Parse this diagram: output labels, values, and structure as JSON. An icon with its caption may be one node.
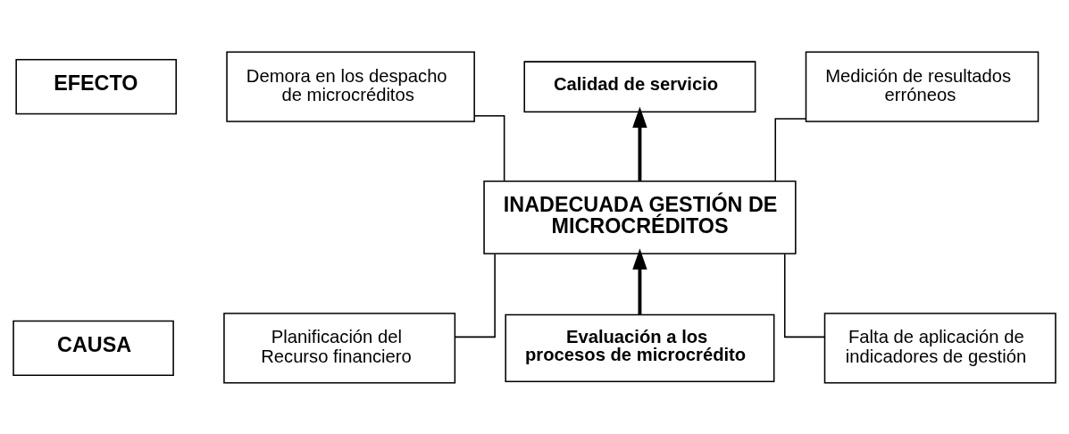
{
  "diagram": {
    "nodes": [
      {
        "text": [
          "EFECTO"
        ]
      },
      {
        "text": [
          "Demora en los despacho de microcréditos"
        ]
      },
      {
        "text": [
          "Calidad de servicio"
        ]
      },
      {
        "text": [
          "Medición de resultados erróneos"
        ]
      },
      {
        "text": [
          "INADECUADA GESTIÓN DE MICROCRÉDITOS"
        ]
      },
      {
        "text": [
          "CAUSA"
        ]
      },
      {
        "text": [
          "Planificación del Recurso financiero"
        ]
      },
      {
        "text": [
          "Evaluación a los procesos de microcrédito"
        ]
      },
      {
        "text": [
          "Falta de aplicación de indicadores de gestión"
        ]
      }
    ],
    "edges": [
      {
        "from": 4,
        "to": 2,
        "arrow": "to",
        "style": "thick"
      },
      {
        "from": 1,
        "to": 4,
        "arrow": "none"
      },
      {
        "from": 3,
        "to": 4,
        "arrow": "none"
      },
      {
        "from": 7,
        "to": 4,
        "arrow": "to",
        "style": "thick"
      },
      {
        "from": 6,
        "to": 4,
        "arrow": "none"
      },
      {
        "from": 8,
        "to": 4,
        "arrow": "none"
      }
    ]
  }
}
